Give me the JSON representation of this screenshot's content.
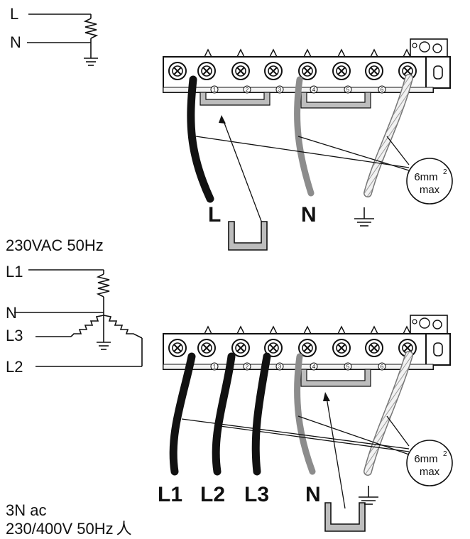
{
  "top": {
    "supply_lines": {
      "l": "L",
      "n": "N"
    },
    "caption": "230VAC 50Hz",
    "cable_labels": {
      "l": "L",
      "n": "N"
    },
    "wire_note": {
      "size": "6mm",
      "sup": "2",
      "max": "max"
    }
  },
  "bottom": {
    "supply_lines": {
      "l1": "L1",
      "n": "N",
      "l3": "L3",
      "l2": "L2"
    },
    "caption_line1": "3N ac",
    "caption_line2": "230/400V 50Hz",
    "star_symbol": "人",
    "cable_labels": {
      "l1": "L1",
      "l2": "L2",
      "l3": "L3",
      "n": "N"
    },
    "wire_note": {
      "size": "6mm",
      "sup": "2",
      "max": "max"
    }
  },
  "terminal_numbers": [
    "1",
    "2",
    "3",
    "4",
    "5",
    "6"
  ],
  "colors": {
    "line_black": "#111111",
    "neutral_grey": "#8c8c8c",
    "bridge_grey": "#bdbdbd",
    "earth_hatch": "#d9d9d9"
  }
}
